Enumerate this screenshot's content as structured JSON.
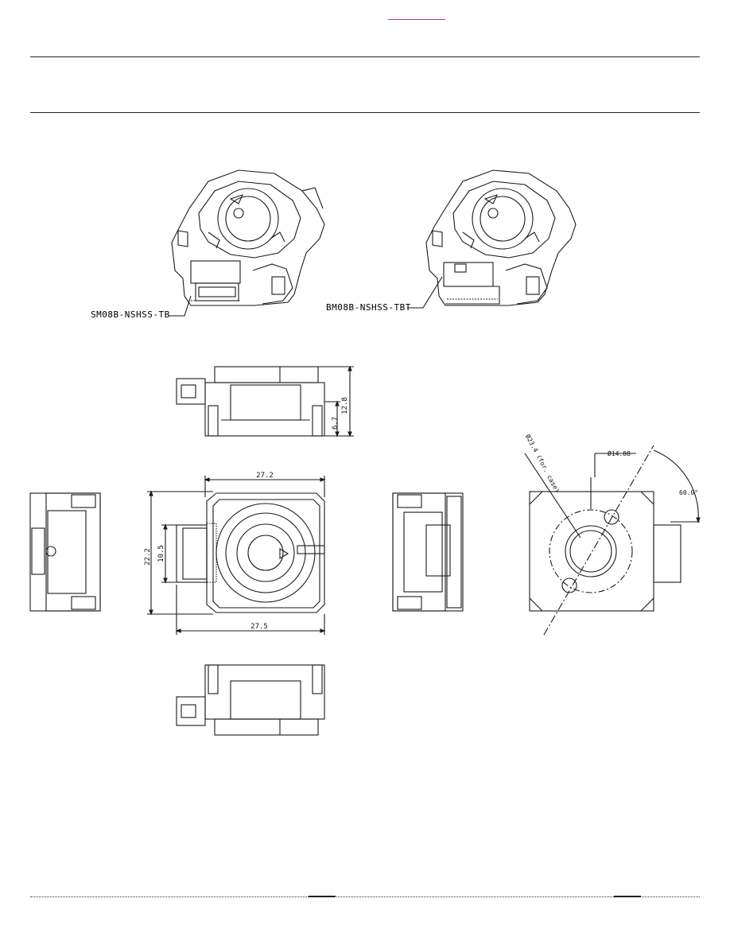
{
  "parts": {
    "left_part_number": "SM08B-NSHSS-TB",
    "right_part_number": "BM08B-NSHSS-TBT"
  },
  "dimensions": {
    "side_height_small": "6.7",
    "side_height_total": "12.8",
    "top_width": "27.2",
    "left_height_total": "22.2",
    "left_height_connector": "10.5",
    "bottom_width": "27.5",
    "pcb_pitch_circle": "Ø23.4 (for. case)",
    "pcb_hole_diameter": "Ø14.88",
    "pcb_angle": "60.0°"
  },
  "colors": {
    "link_accent": "#c0309a",
    "line": "#1a1a1a"
  }
}
